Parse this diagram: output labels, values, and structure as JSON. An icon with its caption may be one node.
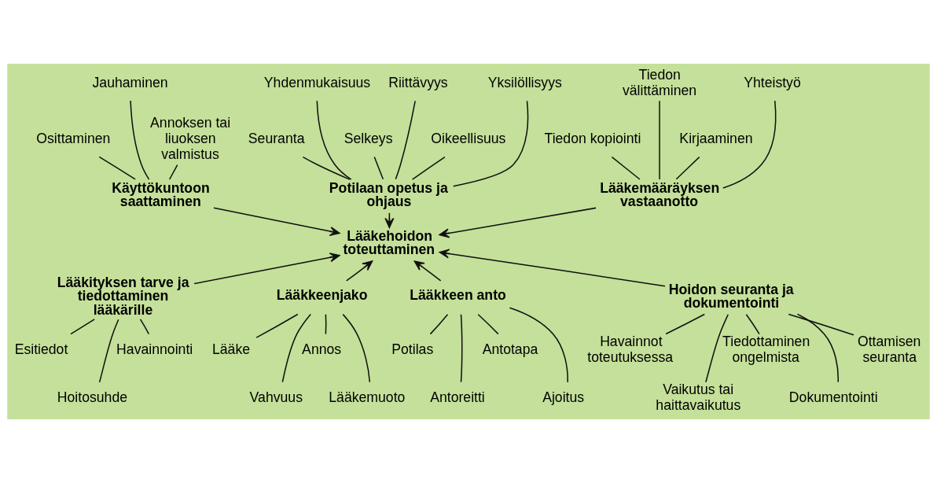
{
  "diagram": {
    "nodes": [
      {
        "text": [
          "Lääkemääräyksen vastaanotto"
        ]
      },
      {
        "text": [
          "Tiedon kopiointi"
        ]
      },
      {
        "text": [
          "Tiedon välittäminen"
        ]
      },
      {
        "text": [
          "Kirjaaminen"
        ]
      },
      {
        "text": [
          "Yhteistyö"
        ]
      },
      {
        "text": [
          "Käyttökuntoon saattaminen"
        ]
      },
      {
        "text": [
          "Osittaminen"
        ]
      },
      {
        "text": [
          "Jauhaminen"
        ]
      },
      {
        "text": [
          "Annoksen tai liuoksen valmistus"
        ]
      },
      {
        "text": [
          "Potilaan opetus ja ohjaus"
        ]
      },
      {
        "text": [
          "Seuranta"
        ]
      },
      {
        "text": [
          "Yhdenmukaisuus"
        ]
      },
      {
        "text": [
          "Selkeys"
        ]
      },
      {
        "text": [
          "Riittävyys"
        ]
      },
      {
        "text": [
          "Oikeellisuus"
        ]
      },
      {
        "text": [
          "Yksilöllisyys"
        ]
      },
      {
        "text": [
          "Lääkehoidon toteuttaminen"
        ]
      },
      {
        "text": [
          "Lääkityksen tarve ja tiedottaminen lääkärille"
        ]
      },
      {
        "text": [
          "Esitiedot"
        ]
      },
      {
        "text": [
          "Hoitosuhde"
        ]
      },
      {
        "text": [
          "Havainnointi"
        ]
      },
      {
        "text": [
          "Lääkkeenjako"
        ]
      },
      {
        "text": [
          "Lääke"
        ]
      },
      {
        "text": [
          "Vahvuus"
        ]
      },
      {
        "text": [
          "Annos"
        ]
      },
      {
        "text": [
          "Lääkemuoto"
        ]
      },
      {
        "text": [
          "Lääkkeen anto"
        ]
      },
      {
        "text": [
          "Potilas"
        ]
      },
      {
        "text": [
          "Antoreitti"
        ]
      },
      {
        "text": [
          "Antotapa"
        ]
      },
      {
        "text": [
          "Ajoitus"
        ]
      },
      {
        "text": [
          "Hoidon seuranta ja dokumentointi"
        ]
      },
      {
        "text": [
          "Havainnot toteutuksessa"
        ]
      },
      {
        "text": [
          "Vaikutus tai haittavaikutus"
        ]
      },
      {
        "text": [
          "Tiedottaminen ongelmista"
        ]
      },
      {
        "text": [
          "Dokumentointi"
        ]
      },
      {
        "text": [
          "Ottamisen seuranta"
        ]
      }
    ],
    "edges": [
      {
        "from": 0,
        "to": 16,
        "arrow": "to"
      },
      {
        "from": 5,
        "to": 16,
        "arrow": "to"
      },
      {
        "from": 9,
        "to": 16,
        "arrow": "to"
      },
      {
        "from": 17,
        "to": 16,
        "arrow": "to"
      },
      {
        "from": 21,
        "to": 16,
        "arrow": "to"
      },
      {
        "from": 26,
        "to": 16,
        "arrow": "to"
      },
      {
        "from": 31,
        "to": 16,
        "arrow": "to"
      },
      {
        "from": 1,
        "to": 0,
        "arrow": "none"
      },
      {
        "from": 2,
        "to": 0,
        "arrow": "none"
      },
      {
        "from": 3,
        "to": 0,
        "arrow": "none"
      },
      {
        "from": 4,
        "to": 0,
        "arrow": "none"
      },
      {
        "from": 6,
        "to": 5,
        "arrow": "none"
      },
      {
        "from": 7,
        "to": 5,
        "arrow": "none"
      },
      {
        "from": 8,
        "to": 5,
        "arrow": "none"
      },
      {
        "from": 10,
        "to": 9,
        "arrow": "none"
      },
      {
        "from": 11,
        "to": 9,
        "arrow": "none"
      },
      {
        "from": 12,
        "to": 9,
        "arrow": "none"
      },
      {
        "from": 13,
        "to": 9,
        "arrow": "none"
      },
      {
        "from": 14,
        "to": 9,
        "arrow": "none"
      },
      {
        "from": 15,
        "to": 9,
        "arrow": "none"
      },
      {
        "from": 18,
        "to": 17,
        "arrow": "none"
      },
      {
        "from": 19,
        "to": 17,
        "arrow": "none"
      },
      {
        "from": 20,
        "to": 17,
        "arrow": "none"
      },
      {
        "from": 22,
        "to": 21,
        "arrow": "none"
      },
      {
        "from": 23,
        "to": 21,
        "arrow": "none"
      },
      {
        "from": 24,
        "to": 21,
        "arrow": "none"
      },
      {
        "from": 25,
        "to": 21,
        "arrow": "none"
      },
      {
        "from": 27,
        "to": 26,
        "arrow": "none"
      },
      {
        "from": 28,
        "to": 26,
        "arrow": "none"
      },
      {
        "from": 29,
        "to": 26,
        "arrow": "none"
      },
      {
        "from": 30,
        "to": 26,
        "arrow": "none"
      },
      {
        "from": 32,
        "to": 31,
        "arrow": "none"
      },
      {
        "from": 33,
        "to": 31,
        "arrow": "none"
      },
      {
        "from": 34,
        "to": 31,
        "arrow": "none"
      },
      {
        "from": 35,
        "to": 31,
        "arrow": "none"
      },
      {
        "from": 36,
        "to": 31,
        "arrow": "none"
      }
    ]
  }
}
